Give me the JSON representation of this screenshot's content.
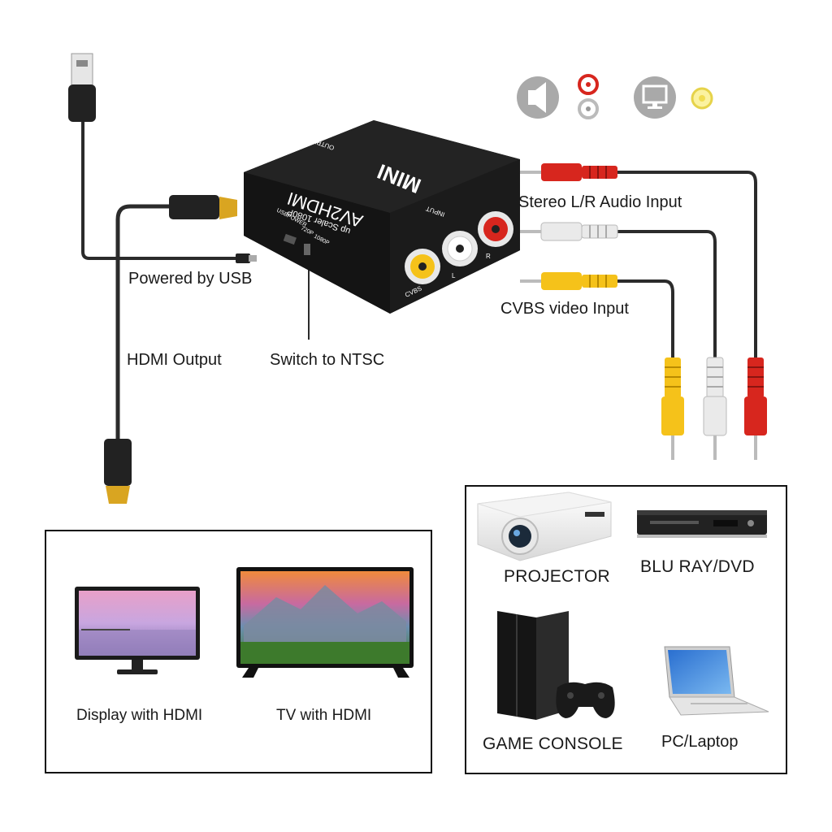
{
  "device": {
    "brand": "MINI",
    "model": "AV2HDMI",
    "subtitle": "up Scaler 1080P",
    "port_output": "OUTPUT",
    "port_input": "INPUT",
    "port_usbpower": "USBPOWER",
    "switch_720p": "720P",
    "switch_1080p": "1080P",
    "jack_cvbs": "CVBS",
    "jack_l": "L",
    "jack_r": "R"
  },
  "labels": {
    "powered_by_usb": "Powered by USB",
    "hdmi_output": "HDMI Output",
    "switch_ntsc": "Switch to NTSC",
    "stereo_input": "Stereo L/R Audio Input",
    "cvbs_input": "CVBS video Input"
  },
  "icons": [
    "speaker-icon",
    "audio-jacks-icon",
    "monitor-icon",
    "video-jack-icon"
  ],
  "outputs_box": {
    "items": [
      {
        "label": "Display with HDMI",
        "icon": "monitor-icon"
      },
      {
        "label": "TV with HDMI",
        "icon": "tv-icon"
      }
    ]
  },
  "sources_box": {
    "items": [
      {
        "label": "PROJECTOR",
        "icon": "projector-icon"
      },
      {
        "label": "BLU RAY/DVD",
        "icon": "dvd-player-icon"
      },
      {
        "label": "GAME CONSOLE",
        "icon": "game-console-icon"
      },
      {
        "label": "PC/Laptop",
        "icon": "laptop-icon"
      }
    ]
  },
  "colors": {
    "cable": "#2b2b2b",
    "rca_red": "#d7261e",
    "rca_white": "#e8e8e8",
    "rca_yellow": "#f5c21a",
    "gold": "#d9a521",
    "device": "#1c1c1c"
  }
}
